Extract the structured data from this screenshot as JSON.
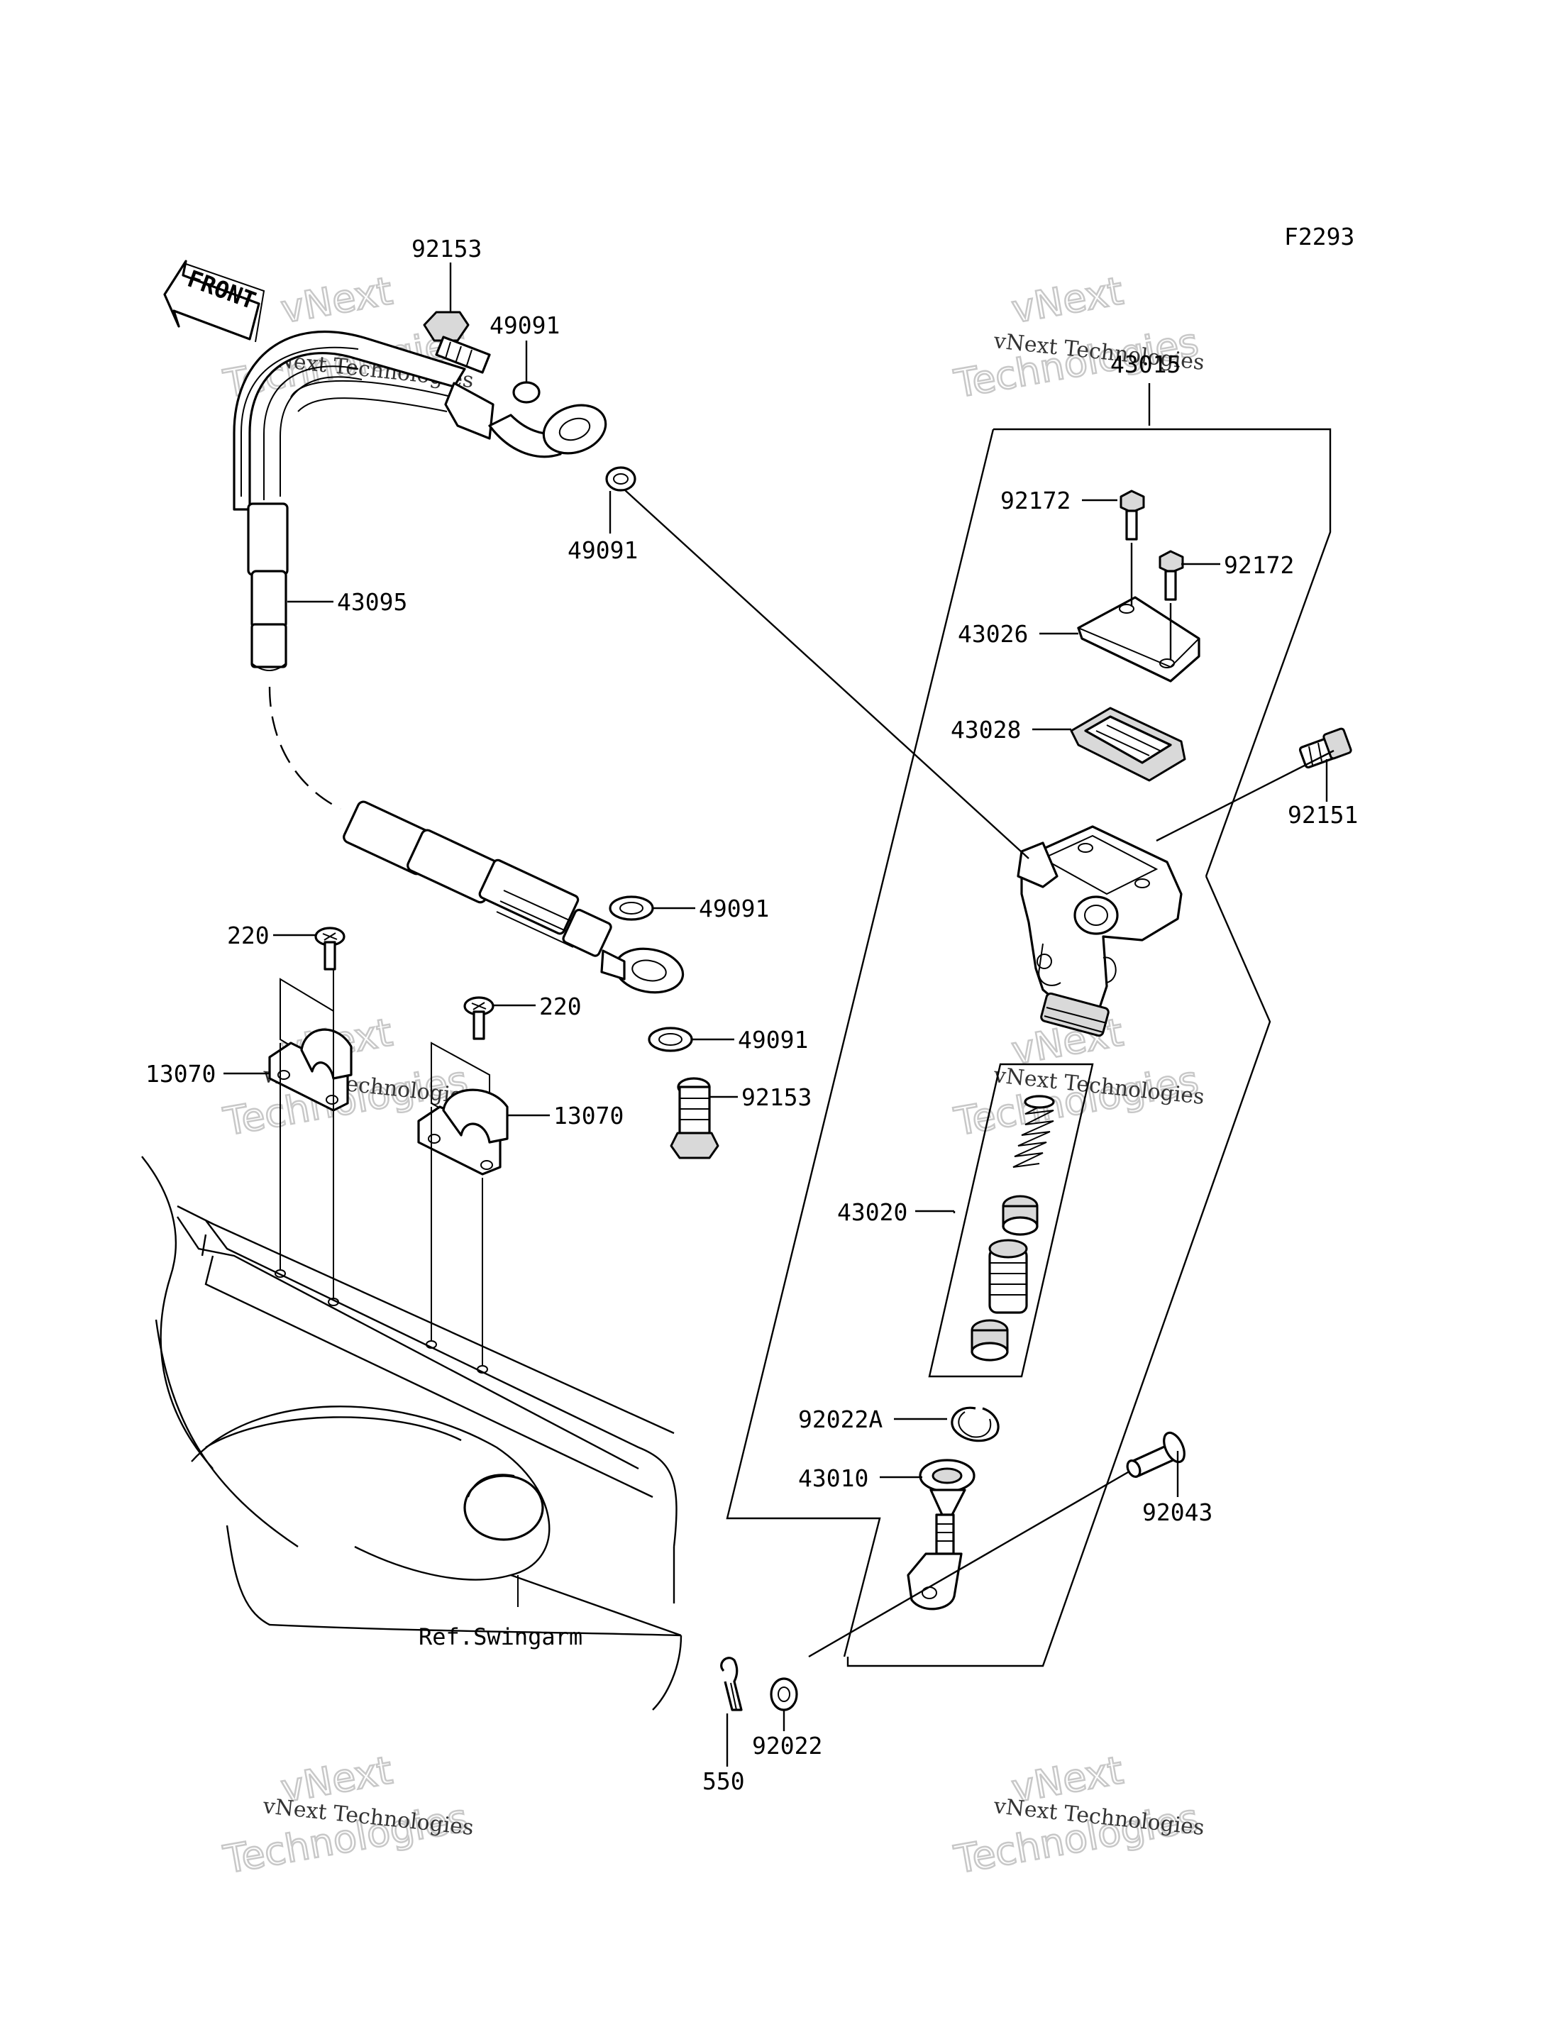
{
  "diagram_code": "F2293",
  "front_label": "FRONT",
  "ref_label": "Ref.Swingarm",
  "watermark": {
    "line1": "vNext",
    "line2": "Technologies",
    "caption": "vNext Technologies"
  },
  "part_labels": [
    "92153",
    "49091",
    "49091",
    "43095",
    "43015",
    "92172",
    "92172",
    "43026",
    "43028",
    "92151",
    "49091",
    "49091",
    "220",
    "220",
    "13070",
    "13070",
    "92153",
    "43020",
    "92022A",
    "43010",
    "92043",
    "92022",
    "550"
  ]
}
